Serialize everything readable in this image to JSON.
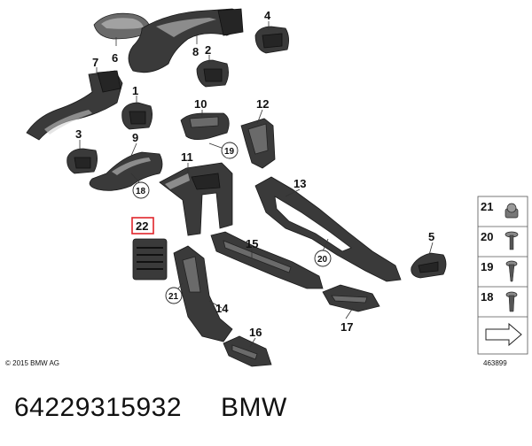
{
  "diagram": {
    "callouts": {
      "c1": "1",
      "c2": "2",
      "c3": "3",
      "c4": "4",
      "c5": "5",
      "c6": "6",
      "c7": "7",
      "c8": "8",
      "c9": "9",
      "c10": "10",
      "c11": "11",
      "c12": "12",
      "c13": "13",
      "c14": "14",
      "c15": "15",
      "c16": "16",
      "c17": "17",
      "c22": "22"
    },
    "circled": {
      "c18": "18",
      "c19": "19",
      "c20": "20",
      "c21": "21"
    },
    "highlighted_callout": "22",
    "highlight_color": "#e0252b",
    "legend": {
      "items": [
        {
          "label": "21",
          "icon": "clip-nut-icon"
        },
        {
          "label": "20",
          "icon": "screw-washer-icon"
        },
        {
          "label": "19",
          "icon": "self-tapping-screw-icon"
        },
        {
          "label": "18",
          "icon": "screw-icon"
        }
      ],
      "bottom_icon": "arrow-icon"
    }
  },
  "footer": {
    "copyright": "© 2015 BMW AG",
    "diagram_number": "463899"
  },
  "caption": {
    "part_number": "64229315932",
    "brand": "BMW"
  }
}
